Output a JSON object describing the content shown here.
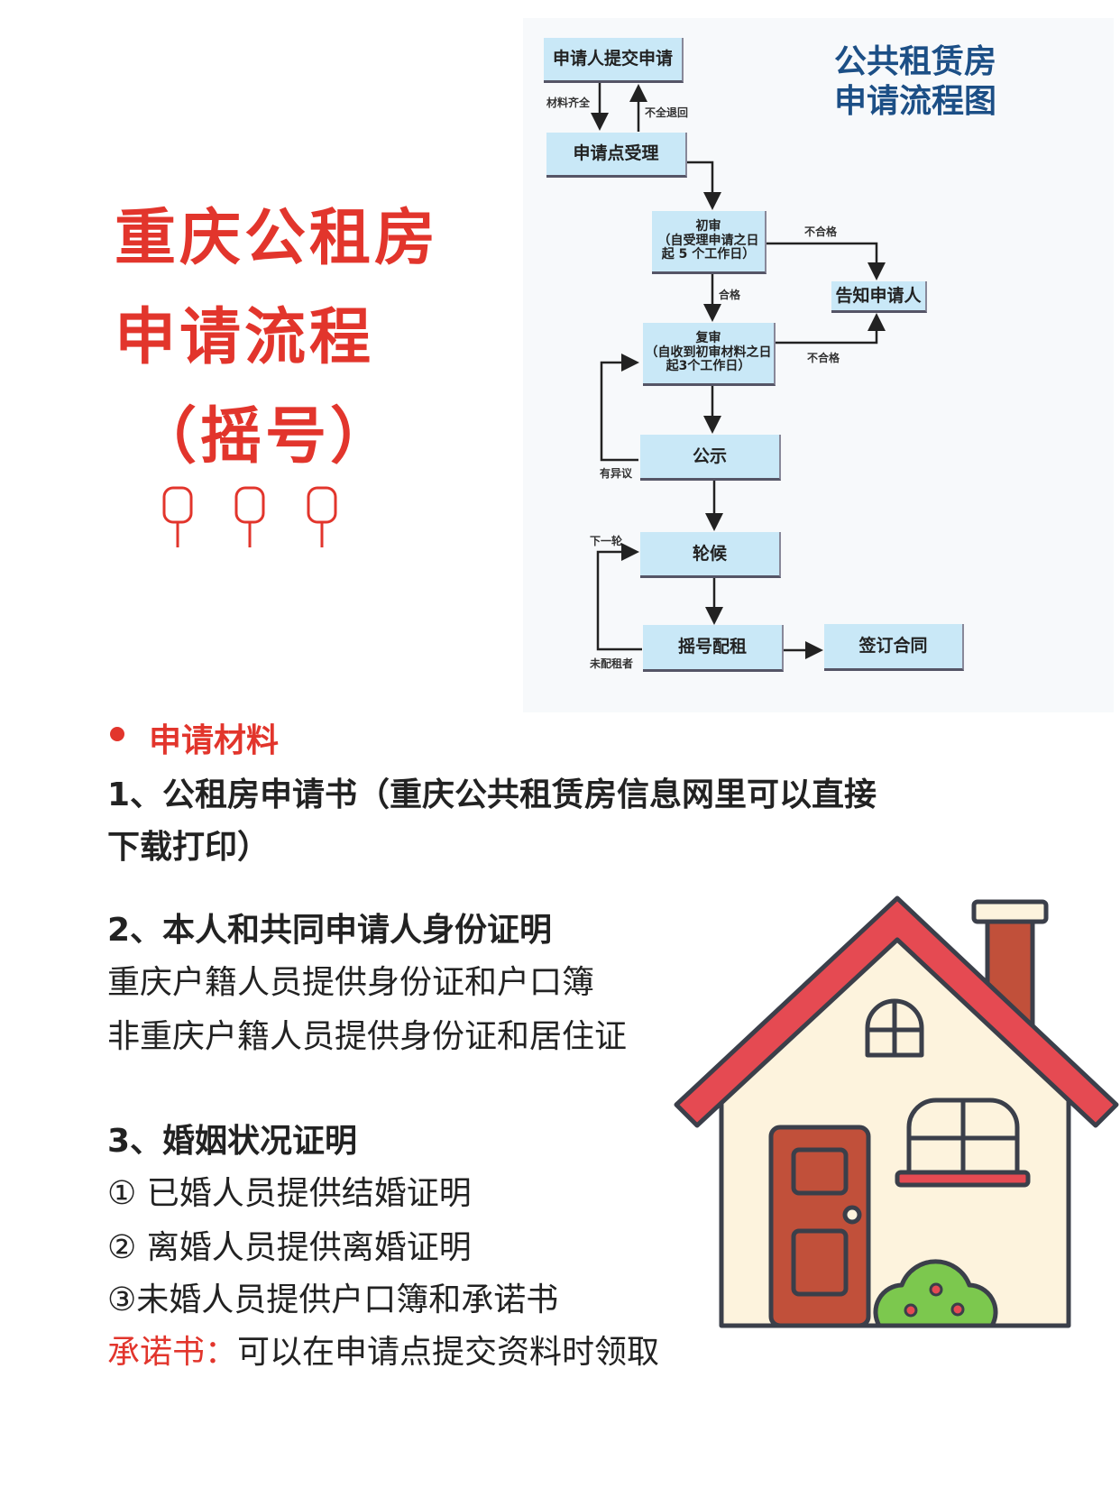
{
  "flowchart": {
    "title_line1": "公共租赁房",
    "title_line2": "申请流程图",
    "submit": "申请人提交申请",
    "accept": "申请点受理",
    "first_review": {
      "title": "初审",
      "line1": "（自受理申请之日",
      "line2": "起 5 个工作日）"
    },
    "notify": "告知申请人",
    "second_review": {
      "title": "复审",
      "line1": "（自收到初审材料之日",
      "line2": "起3个工作日）"
    },
    "publicity": "公示",
    "waiting": "轮候",
    "lottery": "摇号配租",
    "contract": "签订合同",
    "labels": {
      "complete": "材料齐全",
      "incomplete_return": "不全退回",
      "unqualified1": "不合格",
      "qualified": "合格",
      "unqualified2": "不合格",
      "objection": "有异议",
      "next_round": "下一轮",
      "unallocated": "未配租者"
    }
  },
  "heading": {
    "line1": "重庆公租房",
    "line2": "申请流程",
    "line3": "（摇号）"
  },
  "materials": {
    "section_title": "申请材料",
    "item1_a": "1、公租房申请书（重庆公共租赁房信息网里可以直接",
    "item1_b": "下载打印）",
    "item2": "2、本人和共同申请人身份证明",
    "item2_a": "重庆户籍人员提供身份证和户口簿",
    "item2_b": "非重庆户籍人员提供身份证和居住证",
    "item3": "3、婚姻状况证明",
    "item3_a": "①  已婚人员提供结婚证明",
    "item3_b": "②  离婚人员提供离婚证明",
    "item3_c": "③未婚人员提供户口簿和承诺书",
    "note_label": "承诺书：",
    "note_text": "可以在申请点提交资料时领取"
  },
  "colors": {
    "accent": "#e2352c",
    "flow_title": "#1c4f86",
    "box": "#c9e8f7"
  }
}
